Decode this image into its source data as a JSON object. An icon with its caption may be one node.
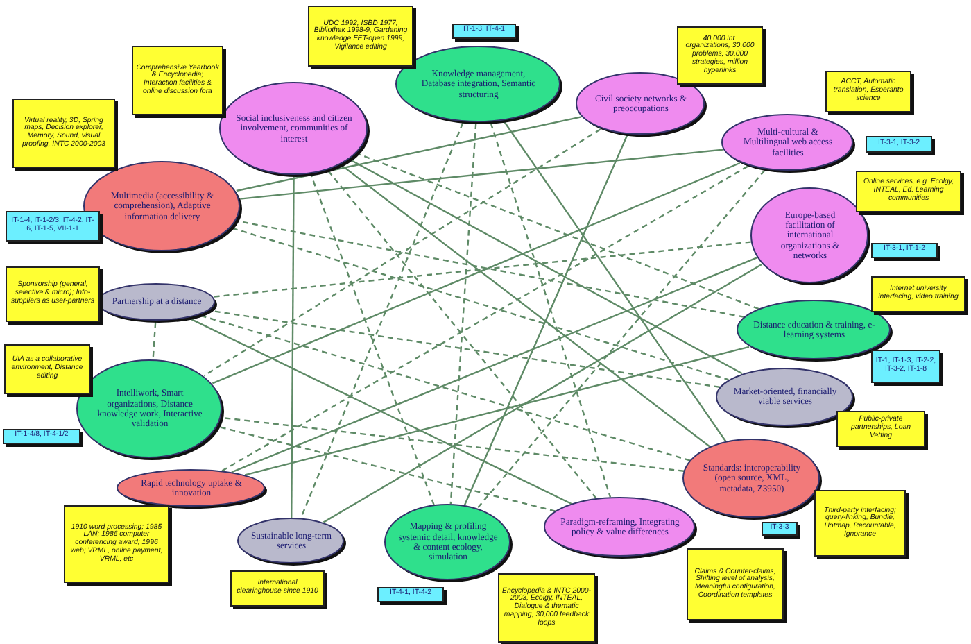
{
  "diagram": {
    "nodes": [
      {
        "text": [
          "Knowledge management, Database integration, Semantic structuring"
        ],
        "beside": [
          "UDC 1992, ISBD 1977, Bibliothek 1998-9, Gardening knowledge FET-open 1999, Vigilance editing",
          "IT-1-3, IT-4-1"
        ]
      },
      {
        "text": [
          "Civil society networks & preoccupations"
        ],
        "beside": [
          "40,000 int. organizations, 30,000 problems, 30,000 strategies, million hyperlinks"
        ]
      },
      {
        "text": [
          "Multi-cultural & Multilingual web access facilities"
        ],
        "beside": [
          "ACCT, Automatic translation, Esperanto science",
          "IT-3-1, IT-3-2"
        ]
      },
      {
        "text": [
          "Europe-based facilitation of international organizations & networks"
        ],
        "beside": [
          "Online services, e.g. Ecolgy, INTEAL, Ed. Learning communities",
          "IT-3-1, IT-1-2"
        ]
      },
      {
        "text": [
          "Distance education & training, e-learning systems"
        ],
        "beside": [
          "Internet university interfacing, video training",
          "IT-1, IT-1-3, IT-2-2, IT-3-2, IT-1-8"
        ]
      },
      {
        "text": [
          "Market-oriented, financially viable services"
        ],
        "beside": [
          "Public-private partnerships, Loan Vetting"
        ]
      },
      {
        "text": [
          "Standards: interoperability (open source, XML, metadata, Z3950)"
        ],
        "beside": [
          "IT-3-3",
          "Third-party interfacing; query-linking, Bundle, Hotmap, Recountable, Ignorance"
        ]
      },
      {
        "text": [
          "Paradigm-reframing, Integrating policy & value differences"
        ],
        "beside": [
          "Claims & Counter-claims, Shifting level of analysis, Meaningful configuration, Coordination templates"
        ]
      },
      {
        "text": [
          "Mapping & profiling systemic detail, knowledge & content ecology, simulation"
        ],
        "beside": [
          "IT-4-1, IT-4-2",
          "Encyclopedia & INTC 2000-2003, Ecolgy, INTEAL, Dialogue & thematic mapping, 30,000 feedback loops"
        ]
      },
      {
        "text": [
          "Sustainable long-term services"
        ],
        "beside": [
          "International clearinghouse since 1910"
        ]
      },
      {
        "text": [
          "Rapid technology uptake & innovation"
        ],
        "beside": [
          "1910 word processing; 1985 LAN; 1986 computer conferencing award; 1996 web; VRML, online payment, VRML, etc"
        ]
      },
      {
        "text": [
          "Intelliwork, Smart organizations, Distance knowledge work, Interactive validation"
        ],
        "beside": [
          "UIA as a collaborative environment, Distance editing",
          "IT-1-4/8, IT-4-1/2"
        ]
      },
      {
        "text": [
          "Partnership at a distance"
        ],
        "beside": [
          "Sponsorship (general, selective & micro); Info-suppliers as user-partners"
        ]
      },
      {
        "text": [
          "Multimedia (accessibility & comprehension), Adaptive information delivery"
        ],
        "beside": [
          "Virtual reality, 3D, Spring maps, Decision explorer, Memory, Sound, visual proofing, INTC 2000-2003",
          "IT-1-4, IT-1-2/3, IT-4-2, IT-6, IT-1-5, VII-1-1"
        ]
      },
      {
        "text": [
          "Social inclusiveness and citizen involvement, communities of interest"
        ],
        "beside": [
          "Comprehensive Yearbook & Encyclopedia; Interaction facilities & online discussion fora"
        ]
      }
    ],
    "edges": [
      {
        "from": 0,
        "to": 9,
        "arrow": "none",
        "style": "dashed"
      },
      {
        "from": 0,
        "to": 6,
        "arrow": "none"
      },
      {
        "from": 0,
        "to": 7,
        "arrow": "none",
        "style": "dashed"
      },
      {
        "from": 1,
        "to": 11,
        "arrow": "none",
        "style": "dashed"
      },
      {
        "from": 1,
        "to": 8,
        "arrow": "none"
      },
      {
        "from": 1,
        "to": 13,
        "arrow": "none"
      },
      {
        "from": 2,
        "to": 13,
        "arrow": "none"
      },
      {
        "from": 2,
        "to": 10,
        "arrow": "none",
        "style": "dashed"
      },
      {
        "from": 2,
        "to": 8,
        "arrow": "none",
        "style": "dashed"
      },
      {
        "from": 3,
        "to": 12,
        "arrow": "none",
        "style": "dashed"
      },
      {
        "from": 3,
        "to": 9,
        "arrow": "none"
      },
      {
        "from": 4,
        "to": 14,
        "arrow": "none",
        "style": "dashed"
      },
      {
        "from": 4,
        "to": 13,
        "arrow": "none",
        "style": "dashed"
      },
      {
        "from": 4,
        "to": 10,
        "arrow": "none"
      },
      {
        "from": 5,
        "to": 14,
        "arrow": "none"
      },
      {
        "from": 5,
        "to": 12,
        "arrow": "none",
        "style": "dashed"
      },
      {
        "from": 6,
        "to": 11,
        "arrow": "none",
        "style": "dashed"
      },
      {
        "from": 6,
        "to": 14,
        "arrow": "none"
      },
      {
        "from": 7,
        "to": 12,
        "arrow": "none"
      },
      {
        "from": 7,
        "to": 11,
        "arrow": "none",
        "style": "dashed"
      },
      {
        "from": 8,
        "to": 14,
        "arrow": "none",
        "style": "dashed"
      },
      {
        "from": 9,
        "to": 14,
        "arrow": "none"
      },
      {
        "from": 10,
        "to": 3,
        "arrow": "none"
      },
      {
        "from": 11,
        "to": 2,
        "arrow": "none"
      },
      {
        "from": 12,
        "to": 6,
        "arrow": "none",
        "style": "dashed"
      },
      {
        "from": 13,
        "to": 5,
        "arrow": "none",
        "style": "dashed"
      },
      {
        "from": 14,
        "to": 7,
        "arrow": "none",
        "style": "dashed"
      },
      {
        "from": 12,
        "to": 11,
        "arrow": "none",
        "style": "dashed"
      },
      {
        "from": 0,
        "to": 8,
        "arrow": "none",
        "style": "dashed"
      }
    ]
  }
}
